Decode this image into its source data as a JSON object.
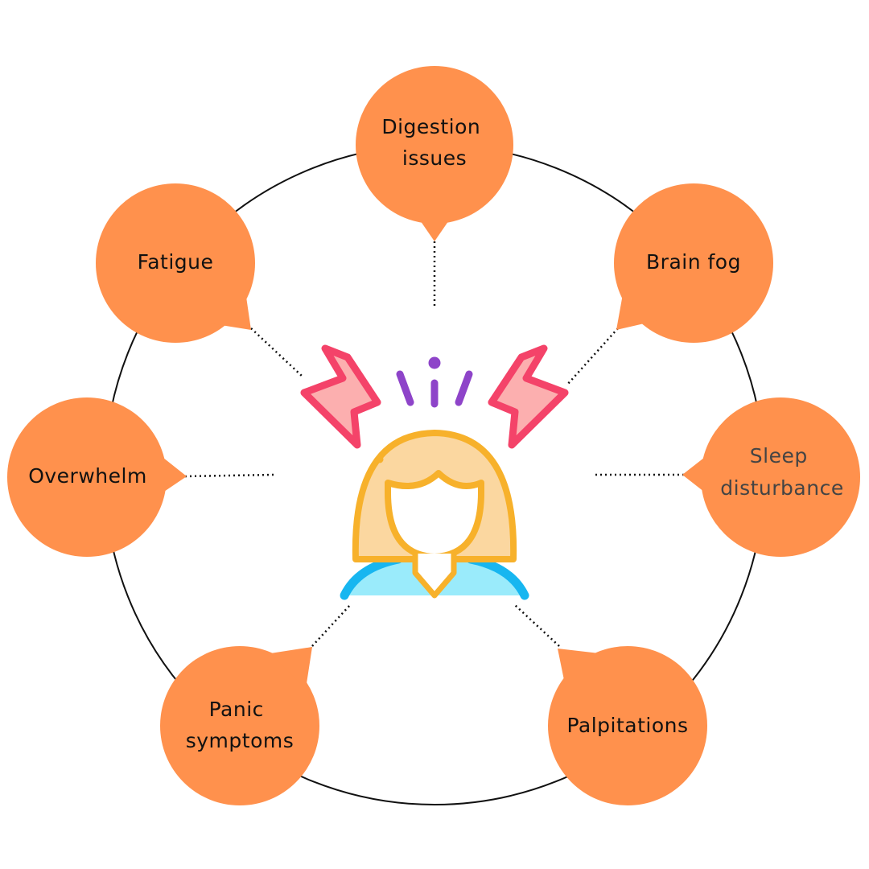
{
  "colors": {
    "bubble": "#FF914D",
    "ring": "#111111",
    "text": "#111111",
    "muted_text": "#444444",
    "bolt": "#F44369",
    "bolt_fill": "#FCAFAF",
    "sound": "#8E44C9",
    "hair": "#F7B12B",
    "hair_fill": "#FBD7A0",
    "shirt": "#17B6F0",
    "shirt_fill": "#9AEBFB"
  },
  "center_icon": "stressed-woman-icon",
  "symptoms": [
    {
      "id": "digestion",
      "lines": [
        "Digestion",
        "issues"
      ]
    },
    {
      "id": "brain-fog",
      "lines": [
        "Brain fog"
      ]
    },
    {
      "id": "sleep",
      "lines": [
        "Sleep",
        "disturbance"
      ]
    },
    {
      "id": "palpitations",
      "lines": [
        "Palpitations"
      ]
    },
    {
      "id": "panic",
      "lines": [
        "Panic",
        "symptoms"
      ]
    },
    {
      "id": "overwhelm",
      "lines": [
        "Overwhelm"
      ]
    },
    {
      "id": "fatigue",
      "lines": [
        "Fatigue"
      ]
    }
  ]
}
